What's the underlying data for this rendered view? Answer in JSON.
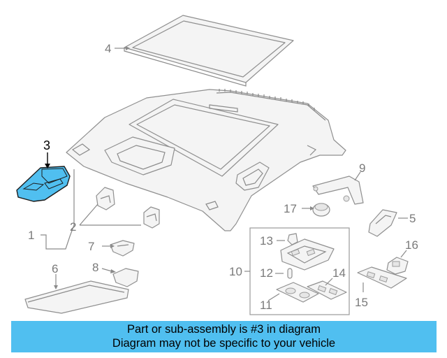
{
  "diagram": {
    "highlighted_part": "3",
    "callouts": [
      "1",
      "2",
      "3",
      "4",
      "5",
      "6",
      "7",
      "8",
      "9",
      "10",
      "11",
      "12",
      "13",
      "14",
      "15",
      "16",
      "17"
    ],
    "highlight_color": "#50bff0"
  },
  "banner": {
    "line1": "Part or sub-assembly is #3 in diagram",
    "line2": "Diagram may not be specific to your vehicle",
    "background": "#50bff0"
  }
}
